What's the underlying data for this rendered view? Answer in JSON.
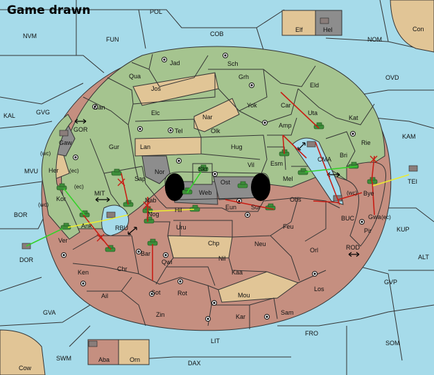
{
  "title": "Game drawn",
  "colors": {
    "sea": "#a6dbea",
    "green_power": "#a5c48f",
    "red_power": "#c58f80",
    "neutral": "#e1c596",
    "dark": "#8d8d8d",
    "order_move": "#c81d14",
    "order_support": "#ecec30",
    "order_convoy": "#35d12a"
  },
  "labels": {
    "POL": "POL",
    "COB": "COB",
    "FUN": "FUN",
    "NVM": "NVM",
    "NOM": "NOM",
    "CON": "Con",
    "OVD": "OVD",
    "KAL": "KAL",
    "GVG": "GVG",
    "KAM": "KAM",
    "GOR": "GOR",
    "MVU": "MVU",
    "BOR": "BOR",
    "MIT": "MIT",
    "RBU": "RBU",
    "BUC": "BUC",
    "CMA": "CMA",
    "TEI": "TEI",
    "KUP": "KUP",
    "ALT": "ALT",
    "ROD": "ROD",
    "DOR": "DOR",
    "GVP": "GVP",
    "GVA": "GVA",
    "LIT": "LIT",
    "FRO": "FRO",
    "SOM": "SOM",
    "SWM": "SWM",
    "COW": "Cow",
    "DAX": "DAX",
    "Elf": "Elf",
    "Hel": "Hel",
    "Aba": "Aba",
    "Orn": "Orn",
    "Jad": "Jad",
    "Sch": "Sch",
    "Qua": "Qua",
    "Jos": "Jos",
    "Grh": "Grh",
    "Eld": "Eld",
    "Can": "Can",
    "Yok": "Yok",
    "Car": "Car",
    "Uta": "Uta",
    "Elc": "Elc",
    "Nar": "Nar",
    "Kat": "Kat",
    "Tel": "Tel",
    "Olk": "Olk",
    "Amp": "Amp",
    "Gur": "Gur",
    "Lan": "Lan",
    "Hug": "Hug",
    "Rie": "Rie",
    "Bri": "Bri",
    "Gaw": "Gaw",
    "Esm": "Esm",
    "Vil": "Vil",
    "Nor": "Nor",
    "Skr": "Skr",
    "Her": "Her",
    "Sap": "Sap",
    "Web": "Web",
    "Ost": "Ost",
    "Mel": "Mel",
    "Bye": "Bye",
    "Kor": "Kor",
    "Nab": "Nab",
    "Eun": "Eun",
    "Sur": "Sur",
    "Obs": "Obs",
    "Hil": "Hil",
    "Nog": "Nog",
    "Gwa": "Gwa",
    "Ank": "Ank",
    "Uru": "Uru",
    "Feu": "Feu",
    "Pir": "Pir",
    "Ver": "Ver",
    "Chp": "Chp",
    "Neu": "Neu",
    "Bar": "Bar",
    "Orl": "Orl",
    "Qwi": "Qwi",
    "Nil": "Nil",
    "Ken": "Ken",
    "Chr": "Chr",
    "Kaa": "Kaa",
    "Ail": "Ail",
    "Sot": "Sot",
    "Rot": "Rot",
    "Los": "Los",
    "Mou": "Mou",
    "Zin": "Zin",
    "Kar": "Kar",
    "Sam": "Sam"
  },
  "coast_tags": {
    "wc_mvu": "(wc)",
    "ec_her": "(ec)",
    "ec_kor": "(ec)",
    "wc_kor": "(wc)",
    "wc_bye": "(wc)",
    "ec_gwa": "(ec)"
  }
}
